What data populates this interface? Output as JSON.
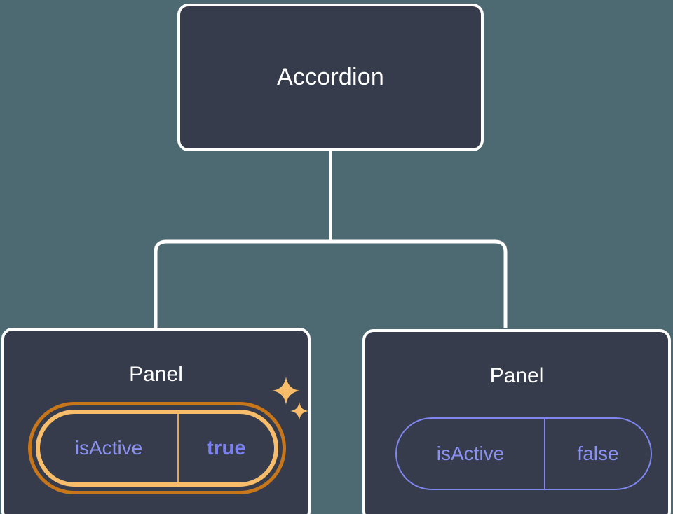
{
  "diagram": {
    "type": "component-tree",
    "background_color": "#4d6a73",
    "node_fill_color": "#363c4b",
    "node_border_color": "#ffffff",
    "connector_color": "#ffffff",
    "highlight_outer_color": "#c8761a",
    "highlight_inner_color": "#f7bd6b",
    "prop_text_color": "#8b91f2",
    "prop_value_active_color": "#7b81f0"
  },
  "root": {
    "title": "Accordion"
  },
  "panels": [
    {
      "title": "Panel",
      "prop": {
        "key": "isActive",
        "value": "true"
      },
      "highlighted": true,
      "sparkles": [
        {
          "name": "sparkle-large"
        },
        {
          "name": "sparkle-small"
        }
      ]
    },
    {
      "title": "Panel",
      "prop": {
        "key": "isActive",
        "value": "false"
      },
      "highlighted": false
    }
  ]
}
